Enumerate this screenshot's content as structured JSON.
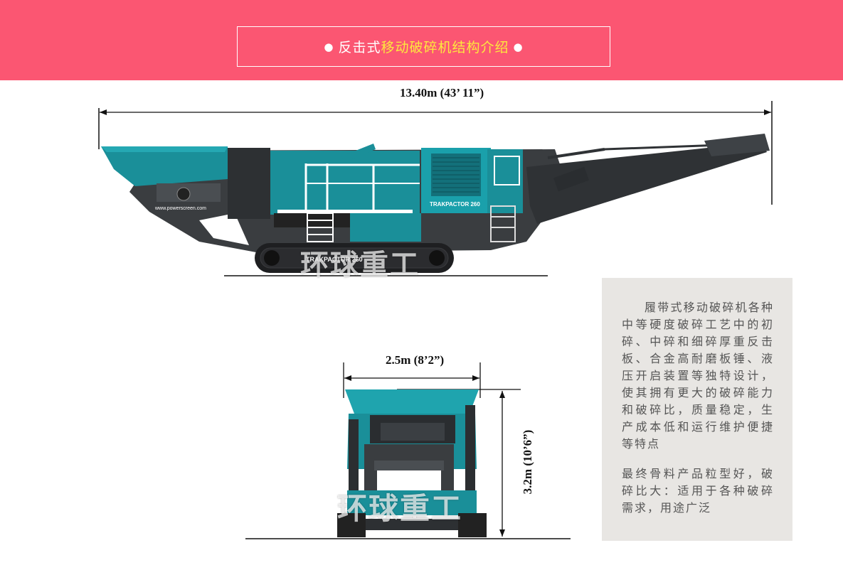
{
  "header": {
    "bullet": "●",
    "title_prefix": "反击式",
    "title_highlight": "移动破碎机结构介绍",
    "colors": {
      "banner": "#fb5672",
      "highlight": "#fde83d"
    }
  },
  "dimensions": {
    "length": "13.40m (43’ 11”)",
    "width": "2.5m (8’2”)",
    "height": "3.2m (10’6”)"
  },
  "machine": {
    "brand_text": "www.powerscreen.com",
    "model_text": "TRAKPACTOR 260"
  },
  "watermark": "环球重工",
  "description": {
    "paragraph1": "履带式移动破碎机各种中等硬度破碎工艺中的初碎、中碎和细碎厚重反击板、合金高耐磨板锤、液压开启装置等独特设计，使其拥有更大的破碎能力和破碎比，质量稳定，生产成本低和运行维护便捷等特点",
    "paragraph2": "最终骨料产品粒型好，破碎比大：适用于各种破碎需求，用途广泛"
  }
}
